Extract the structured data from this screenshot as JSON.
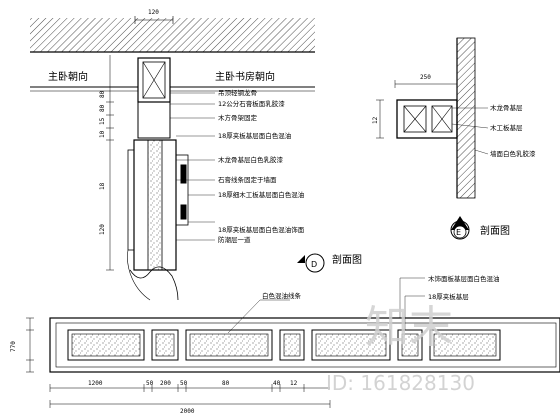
{
  "headings": {
    "master_bedroom_side": "主卧朝向",
    "study_side": "主卧书房朝向"
  },
  "section_d": {
    "letter": "D",
    "title": "剖面图"
  },
  "section_e": {
    "letter": "E",
    "title": "剖面图"
  },
  "annotations": {
    "top_stack": [
      "吊顶轻钢龙骨",
      "12公分石膏板面乳胶漆",
      "木方骨架固定",
      "18厚夹板基层面白色混油",
      "木龙骨基层白色乳胶漆",
      "石膏线条固定于墙面",
      "18厚细木工板基层面白色混油",
      "18厚夹板基层面白色混油饰面",
      "防潮层一道"
    ],
    "section_e": [
      "木龙骨基层",
      "木工板基层",
      "墙面白色乳胶漆"
    ],
    "elevation": [
      "白色混油线条",
      "木饰面板基层面白色混油",
      "18厚夹板基层"
    ]
  },
  "dimensions": {
    "top_width": "120",
    "e_width": "250",
    "e_inner": "12",
    "left_heights": [
      "80",
      "80",
      "15",
      "10",
      "18",
      "120"
    ],
    "left_total": "770",
    "bottom_chain": [
      "1200",
      "50",
      "200",
      "50",
      "80",
      "40",
      "12"
    ],
    "bottom_total": "2000"
  },
  "watermark": {
    "brand": "知末",
    "id_text": "ID: 161828130"
  }
}
